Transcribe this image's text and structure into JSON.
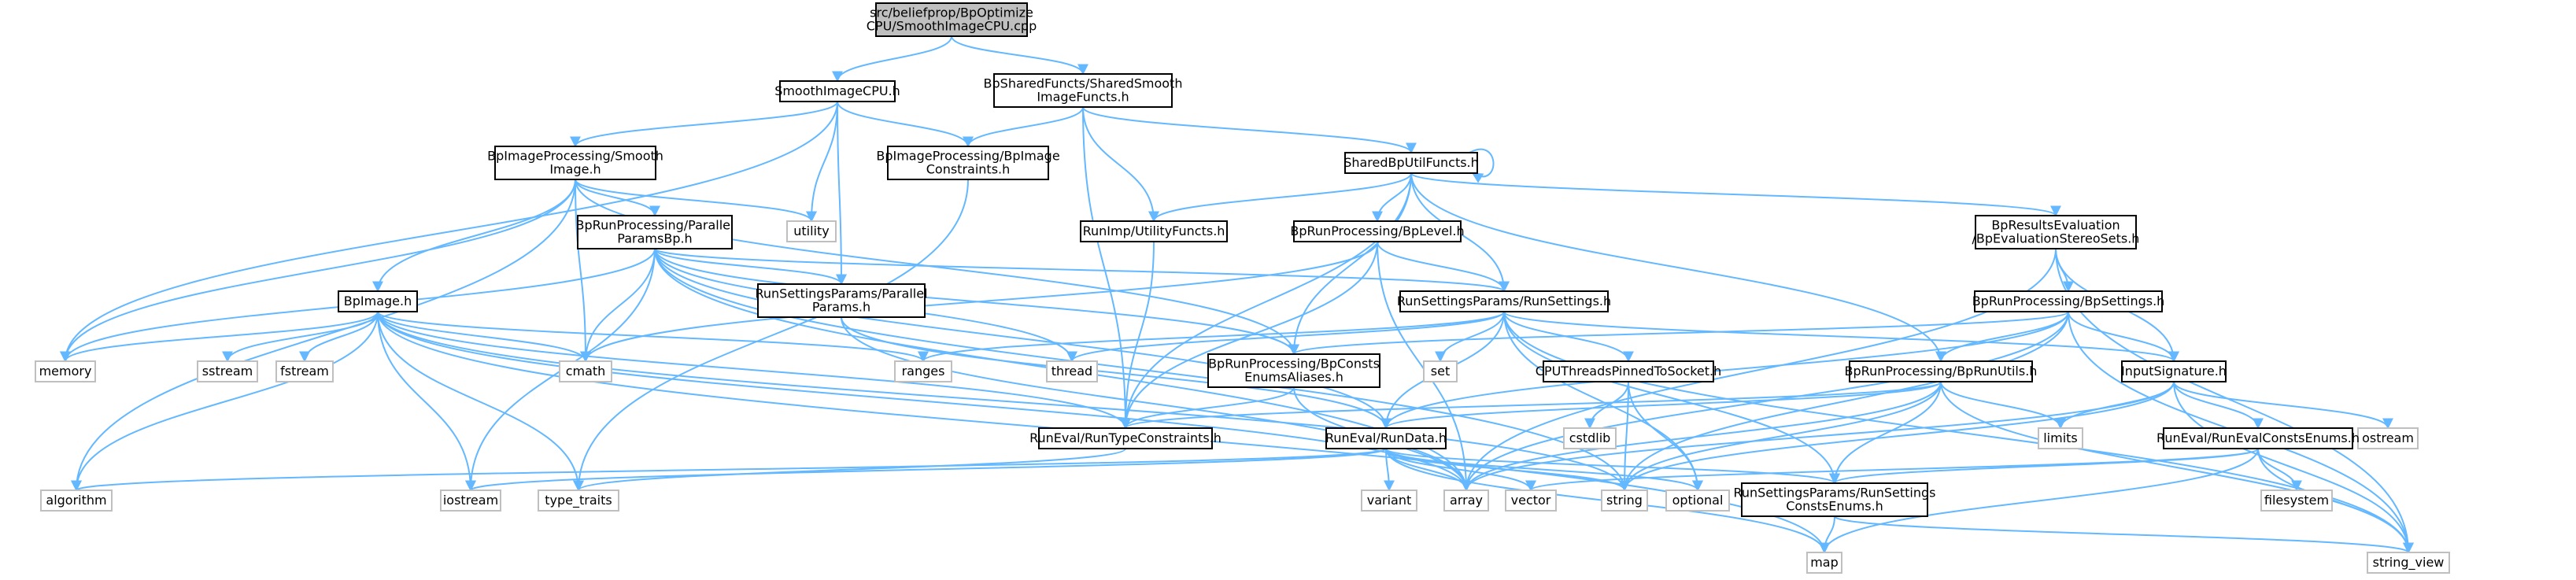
{
  "graph": {
    "colors": {
      "edge": "#63b8ff",
      "project_border": "#000000",
      "system_border": "#bfbfbf",
      "root_fill": "#bfbfbf"
    },
    "nodes": [
      {
        "id": "root",
        "lines": [
          "src/beliefprop/BpOptimize",
          "CPU/SmoothImageCPU.cpp"
        ],
        "kind": "root"
      },
      {
        "id": "smoothimagecpu_h",
        "lines": [
          "SmoothImageCPU.h"
        ],
        "kind": "project"
      },
      {
        "id": "sharedsmooth",
        "lines": [
          "BpSharedFuncts/SharedSmooth",
          "ImageFuncts.h"
        ],
        "kind": "project"
      },
      {
        "id": "bpimageproc_smooth",
        "lines": [
          "BpImageProcessing/Smooth",
          "Image.h"
        ],
        "kind": "project"
      },
      {
        "id": "bpimageconstraints",
        "lines": [
          "BpImageProcessing/BpImage",
          "Constraints.h"
        ],
        "kind": "project"
      },
      {
        "id": "sharedbputil",
        "lines": [
          "SharedBpUtilFuncts.h"
        ],
        "kind": "project"
      },
      {
        "id": "utility",
        "lines": [
          "utility"
        ],
        "kind": "system"
      },
      {
        "id": "parallelparamsbp",
        "lines": [
          "BpRunProcessing/Parallel",
          "ParamsBp.h"
        ],
        "kind": "project"
      },
      {
        "id": "runimputil",
        "lines": [
          "RunImp/UtilityFuncts.h"
        ],
        "kind": "project"
      },
      {
        "id": "bplevel",
        "lines": [
          "BpRunProcessing/BpLevel.h"
        ],
        "kind": "project"
      },
      {
        "id": "bpresultseval",
        "lines": [
          "BpResultsEvaluation",
          "/BpEvaluationStereoSets.h"
        ],
        "kind": "project"
      },
      {
        "id": "bpimage_h",
        "lines": [
          "BpImage.h"
        ],
        "kind": "project"
      },
      {
        "id": "runsettingsparallel",
        "lines": [
          "RunSettingsParams/Parallel",
          "Params.h"
        ],
        "kind": "project"
      },
      {
        "id": "runsettings",
        "lines": [
          "RunSettingsParams/RunSettings.h"
        ],
        "kind": "project"
      },
      {
        "id": "bpsettings",
        "lines": [
          "BpRunProcessing/BpSettings.h"
        ],
        "kind": "project"
      },
      {
        "id": "memory",
        "lines": [
          "memory"
        ],
        "kind": "system"
      },
      {
        "id": "sstream",
        "lines": [
          "sstream"
        ],
        "kind": "system"
      },
      {
        "id": "fstream",
        "lines": [
          "fstream"
        ],
        "kind": "system"
      },
      {
        "id": "cmath",
        "lines": [
          "cmath"
        ],
        "kind": "system"
      },
      {
        "id": "ranges",
        "lines": [
          "ranges"
        ],
        "kind": "system"
      },
      {
        "id": "thread",
        "lines": [
          "thread"
        ],
        "kind": "system"
      },
      {
        "id": "bpconstsenums",
        "lines": [
          "BpRunProcessing/BpConsts",
          "EnumsAliases.h"
        ],
        "kind": "project"
      },
      {
        "id": "set",
        "lines": [
          "set"
        ],
        "kind": "system"
      },
      {
        "id": "cputhreads",
        "lines": [
          "CPUThreadsPinnedToSocket.h"
        ],
        "kind": "project"
      },
      {
        "id": "bprunutils",
        "lines": [
          "BpRunProcessing/BpRunUtils.h"
        ],
        "kind": "project"
      },
      {
        "id": "inputsignature",
        "lines": [
          "InputSignature.h"
        ],
        "kind": "project"
      },
      {
        "id": "runtypeconstraints",
        "lines": [
          "RunEval/RunTypeConstraints.h"
        ],
        "kind": "project"
      },
      {
        "id": "rundata",
        "lines": [
          "RunEval/RunData.h"
        ],
        "kind": "project"
      },
      {
        "id": "cstdlib",
        "lines": [
          "cstdlib"
        ],
        "kind": "system"
      },
      {
        "id": "limits",
        "lines": [
          "limits"
        ],
        "kind": "system"
      },
      {
        "id": "ostream",
        "lines": [
          "ostream"
        ],
        "kind": "system"
      },
      {
        "id": "runevalconstsenums",
        "lines": [
          "RunEval/RunEvalConstsEnums.h"
        ],
        "kind": "project"
      },
      {
        "id": "algorithm",
        "lines": [
          "algorithm"
        ],
        "kind": "system"
      },
      {
        "id": "iostream",
        "lines": [
          "iostream"
        ],
        "kind": "system"
      },
      {
        "id": "type_traits",
        "lines": [
          "type_traits"
        ],
        "kind": "system"
      },
      {
        "id": "variant",
        "lines": [
          "variant"
        ],
        "kind": "system"
      },
      {
        "id": "array",
        "lines": [
          "array"
        ],
        "kind": "system"
      },
      {
        "id": "vector",
        "lines": [
          "vector"
        ],
        "kind": "system"
      },
      {
        "id": "string",
        "lines": [
          "string"
        ],
        "kind": "system"
      },
      {
        "id": "optional",
        "lines": [
          "optional"
        ],
        "kind": "system"
      },
      {
        "id": "runsettingsconstsenums",
        "lines": [
          "RunSettingsParams/RunSettings",
          "ConstsEnums.h"
        ],
        "kind": "project"
      },
      {
        "id": "filesystem",
        "lines": [
          "filesystem"
        ],
        "kind": "system"
      },
      {
        "id": "map",
        "lines": [
          "map"
        ],
        "kind": "system"
      },
      {
        "id": "string_view",
        "lines": [
          "string_view"
        ],
        "kind": "system"
      }
    ],
    "edges": [
      [
        "root",
        "smoothimagecpu_h"
      ],
      [
        "root",
        "sharedsmooth"
      ],
      [
        "smoothimagecpu_h",
        "bpimageproc_smooth"
      ],
      [
        "smoothimagecpu_h",
        "bpimageconstraints"
      ],
      [
        "smoothimagecpu_h",
        "utility"
      ],
      [
        "smoothimagecpu_h",
        "memory"
      ],
      [
        "smoothimagecpu_h",
        "runsettingsparallel"
      ],
      [
        "sharedsmooth",
        "bpimageconstraints"
      ],
      [
        "sharedsmooth",
        "sharedbputil"
      ],
      [
        "sharedsmooth",
        "runimputil"
      ],
      [
        "sharedsmooth",
        "runtypeconstraints"
      ],
      [
        "bpimageproc_smooth",
        "bpimage_h"
      ],
      [
        "bpimageproc_smooth",
        "parallelparamsbp"
      ],
      [
        "bpimageproc_smooth",
        "memory"
      ],
      [
        "bpimageproc_smooth",
        "utility"
      ],
      [
        "bpimageproc_smooth",
        "cmath"
      ],
      [
        "bpimageproc_smooth",
        "algorithm"
      ],
      [
        "bpimageproc_smooth",
        "bpconstsenums"
      ],
      [
        "bpimageconstraints",
        "type_traits"
      ],
      [
        "sharedbputil",
        "sharedbputil"
      ],
      [
        "sharedbputil",
        "runimputil"
      ],
      [
        "sharedbputil",
        "bplevel"
      ],
      [
        "sharedbputil",
        "bpresultseval"
      ],
      [
        "sharedbputil",
        "runsettings"
      ],
      [
        "sharedbputil",
        "bpconstsenums"
      ],
      [
        "sharedbputil",
        "bprunutils"
      ],
      [
        "sharedbputil",
        "runtypeconstraints"
      ],
      [
        "parallelparamsbp",
        "runsettingsparallel"
      ],
      [
        "parallelparamsbp",
        "runsettings"
      ],
      [
        "parallelparamsbp",
        "bpconstsenums"
      ],
      [
        "parallelparamsbp",
        "cmath"
      ],
      [
        "parallelparamsbp",
        "thread"
      ],
      [
        "parallelparamsbp",
        "iostream"
      ],
      [
        "parallelparamsbp",
        "array"
      ],
      [
        "parallelparamsbp",
        "string"
      ],
      [
        "parallelparamsbp",
        "rundata"
      ],
      [
        "parallelparamsbp",
        "memory"
      ],
      [
        "runimputil",
        "runtypeconstraints"
      ],
      [
        "bplevel",
        "runsettings"
      ],
      [
        "bplevel",
        "cmath"
      ],
      [
        "bplevel",
        "runtypeconstraints"
      ],
      [
        "bplevel",
        "array"
      ],
      [
        "bpresultseval",
        "bpsettings"
      ],
      [
        "bpresultseval",
        "inputsignature"
      ],
      [
        "bpresultseval",
        "string_view"
      ],
      [
        "bpresultseval",
        "array"
      ],
      [
        "bpimage_h",
        "memory"
      ],
      [
        "bpimage_h",
        "sstream"
      ],
      [
        "bpimage_h",
        "fstream"
      ],
      [
        "bpimage_h",
        "cmath"
      ],
      [
        "bpimage_h",
        "ranges"
      ],
      [
        "bpimage_h",
        "algorithm"
      ],
      [
        "bpimage_h",
        "iostream"
      ],
      [
        "bpimage_h",
        "type_traits"
      ],
      [
        "bpimage_h",
        "array"
      ],
      [
        "bpimage_h",
        "string"
      ],
      [
        "bpimage_h",
        "map"
      ],
      [
        "bpimage_h",
        "runtypeconstraints"
      ],
      [
        "runsettingsparallel",
        "rundata"
      ],
      [
        "runsettingsparallel",
        "array"
      ],
      [
        "runsettings",
        "ranges"
      ],
      [
        "runsettings",
        "thread"
      ],
      [
        "runsettings",
        "set"
      ],
      [
        "runsettings",
        "cputhreads"
      ],
      [
        "runsettings",
        "inputsignature"
      ],
      [
        "runsettings",
        "rundata"
      ],
      [
        "runsettings",
        "optional"
      ],
      [
        "runsettings",
        "string_view"
      ],
      [
        "runsettings",
        "runsettingsconstsenums"
      ],
      [
        "bpsettings",
        "bprunutils"
      ],
      [
        "bpsettings",
        "inputsignature"
      ],
      [
        "bpsettings",
        "bpconstsenums"
      ],
      [
        "bpsettings",
        "rundata"
      ],
      [
        "bpsettings",
        "string"
      ],
      [
        "bpsettings",
        "string_view"
      ],
      [
        "bpsettings",
        "array"
      ],
      [
        "bpconstsenums",
        "runtypeconstraints"
      ],
      [
        "bpconstsenums",
        "array"
      ],
      [
        "cputhreads",
        "cstdlib"
      ],
      [
        "cputhreads",
        "string"
      ],
      [
        "cputhreads",
        "optional"
      ],
      [
        "bprunutils",
        "rundata"
      ],
      [
        "bprunutils",
        "runtypeconstraints"
      ],
      [
        "bprunutils",
        "limits"
      ],
      [
        "bprunutils",
        "array"
      ],
      [
        "bprunutils",
        "string"
      ],
      [
        "bprunutils",
        "string_view"
      ],
      [
        "bprunutils",
        "runsettingsconstsenums"
      ],
      [
        "inputsignature",
        "runevalconstsenums"
      ],
      [
        "inputsignature",
        "limits"
      ],
      [
        "inputsignature",
        "ostream"
      ],
      [
        "inputsignature",
        "string"
      ],
      [
        "inputsignature",
        "string_view"
      ],
      [
        "inputsignature",
        "array"
      ],
      [
        "runtypeconstraints",
        "type_traits"
      ],
      [
        "rundata",
        "iostream"
      ],
      [
        "rundata",
        "variant"
      ],
      [
        "rundata",
        "array"
      ],
      [
        "rundata",
        "vector"
      ],
      [
        "rundata",
        "string"
      ],
      [
        "rundata",
        "optional"
      ],
      [
        "rundata",
        "map"
      ],
      [
        "rundata",
        "algorithm"
      ],
      [
        "rundata",
        "runsettingsconstsenums"
      ],
      [
        "runevalconstsenums",
        "filesystem"
      ],
      [
        "runevalconstsenums",
        "string_view"
      ],
      [
        "runevalconstsenums",
        "map"
      ],
      [
        "runevalconstsenums",
        "vector"
      ],
      [
        "runevalconstsenums",
        "runsettingsconstsenums"
      ],
      [
        "runsettingsconstsenums",
        "map"
      ],
      [
        "runsettingsconstsenums",
        "string_view"
      ]
    ]
  }
}
